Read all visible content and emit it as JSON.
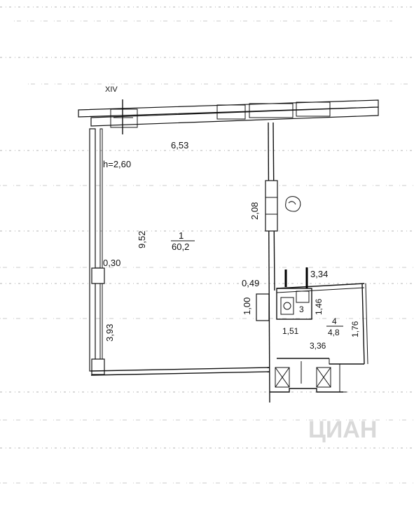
{
  "plan": {
    "axis_label": "XIV",
    "ceiling_height": "h=2,60",
    "room1": {
      "number": "1",
      "area": "60,2"
    },
    "room3": {
      "number": "3"
    },
    "room4": {
      "number": "4",
      "area": "4,8"
    },
    "dimensions": {
      "top_width": "6,53",
      "left_upper": "9,52",
      "left_lower": "3,93",
      "pier": "0,30",
      "partition_upper": "2,08",
      "partition_gap": "0,49",
      "door_width": "1,00",
      "room3_width": "3,34",
      "room3_height": "1,46",
      "room3_bottom": "1,51",
      "room4_height": "1,76",
      "room4_bottom": "3,36"
    },
    "watermark": "ЦИАН"
  }
}
